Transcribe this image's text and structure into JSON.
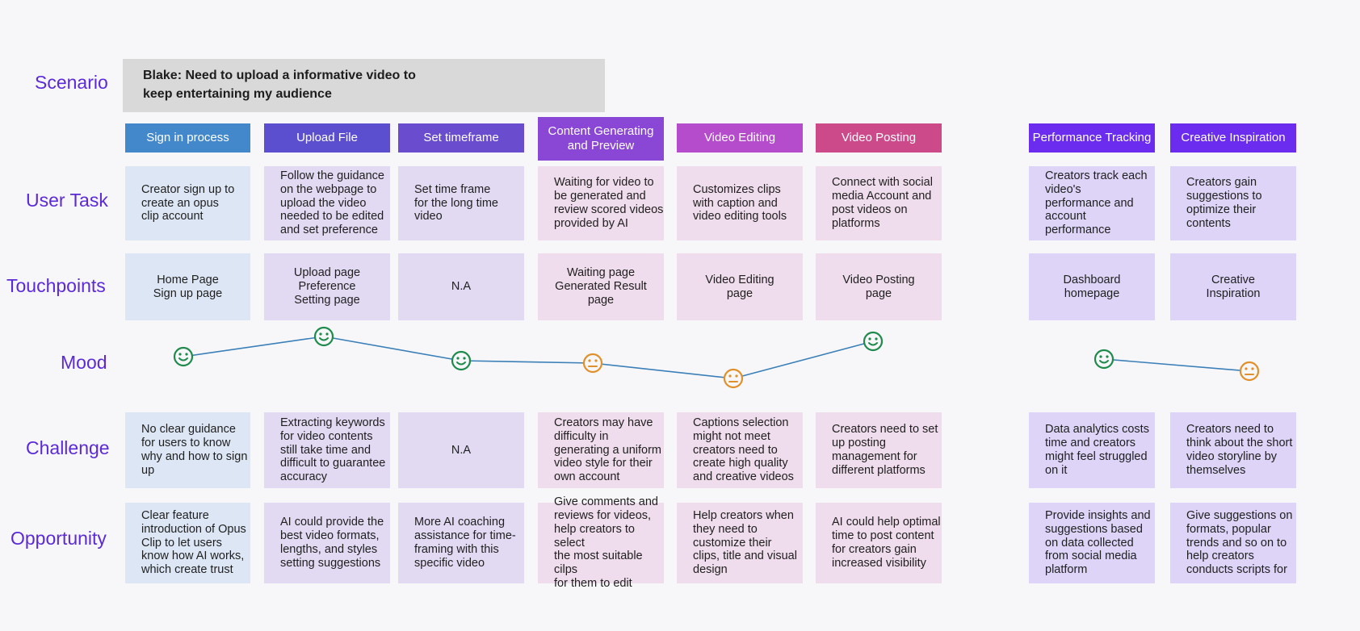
{
  "scenario": {
    "label": "Scenario",
    "text": "Blake: Need to upload a informative video to\nkeep entertaining my audience"
  },
  "row_labels": {
    "user_task": "User Task",
    "touchpoints": "Touchpoints",
    "mood": "Mood",
    "challenge": "Challenge",
    "opportunity": "Opportunity"
  },
  "stages": [
    {
      "name": "Sign in process",
      "color": "#4488cc",
      "task": "Creator sign up to\ncreate an opus\nclip account",
      "touchpoint": "Home Page\nSign up page",
      "mood": "happy",
      "challenge": "No clear guidance\nfor users to know\nwhy and how to sign\nup",
      "opportunity": "Clear feature\nintroduction of Opus\nClip to let users\nknow how AI works,\nwhich create trust"
    },
    {
      "name": "Upload File",
      "color": "#5b4fd0",
      "task": "Follow the guidance\non the webpage to\nupload the video\nneeded to be edited\nand set preference",
      "touchpoint": "Upload page\nPreference\nSetting page",
      "mood": "happy",
      "challenge": "Extracting keywords\nfor video contents\nstill take time and\ndifficult to guarantee\naccuracy",
      "opportunity": "AI could provide the\nbest video formats,\nlengths, and styles\nsetting suggestions"
    },
    {
      "name": "Set timeframe",
      "color": "#6a4ccf",
      "task": "Set time frame\nfor the long time\nvideo",
      "touchpoint": "N.A",
      "mood": "happy",
      "challenge": "N.A",
      "opportunity": "More AI coaching\nassistance for time-\nframing with this\nspecific video"
    },
    {
      "name": "Content Generating\nand Preview",
      "color": "#8a46d4",
      "task": "Waiting for video to\nbe generated and\nreview scored  videos\nprovided by AI",
      "touchpoint": "Waiting page\nGenerated Result\npage",
      "mood": "neutral",
      "challenge": "Creators may have\ndifficulty in\ngenerating a uniform\nvideo style for their\nown account",
      "opportunity": "Give comments and\nreviews for videos,\nhelp creators to select\nthe most suitable cilps\nfor them to edit"
    },
    {
      "name": "Video Editing",
      "color": "#b44ccc",
      "task": "Customizes clips\nwith caption and\nvideo editing tools",
      "touchpoint": "Video Editing\npage",
      "mood": "neutral",
      "challenge": "Captions selection\nmight not meet\ncreators need to\ncreate high quality\nand creative videos",
      "opportunity": "Help creators when\nthey need to\ncustomize their\nclips, title and visual\ndesign"
    },
    {
      "name": "Video Posting",
      "color": "#cc4a8a",
      "task": "Connect with social\nmedia Account and\npost videos on\nplatforms",
      "touchpoint": "Video Posting\npage",
      "mood": "happy",
      "challenge": "Creators need to set\nup posting\nmanagement for\ndifferent platforms",
      "opportunity": "AI could help optimal\ntime to post content\nfor creators gain\nincreased visibility"
    },
    {
      "name": "Performance Tracking",
      "color": "#6b2cf0",
      "task": "Creators track each\nvideo's\nperformance and\naccount\nperformance",
      "touchpoint": "Dashboard\nhomepage",
      "mood": "happy",
      "challenge": "Data analytics costs\ntime and creators\nmight feel struggled\non it",
      "opportunity": "Provide insights and\nsuggestions based\non data collected\nfrom social media\nplatform"
    },
    {
      "name": "Creative Inspiration",
      "color": "#6b2cf0",
      "task": "Creators gain\nsuggestions to\noptimize their\ncontents",
      "touchpoint": "Creative\nInspiration",
      "mood": "neutral",
      "challenge": "Creators need to\nthink about the short\nvideo storyline by\nthemselves",
      "opportunity": "Give suggestions on\nformats, popular\ntrends and so on to\nhelp creators\nconducts scripts for"
    }
  ],
  "colors": {
    "label": "#5b2ad8",
    "happy": "#1e8a4c",
    "neutral": "#e0902a",
    "line": "#3a7fb8",
    "blue_card": "#dde6f5",
    "purple_card": "#e2daf2",
    "pink_card": "#efdcec",
    "violet_card": "#ddd4f7"
  }
}
